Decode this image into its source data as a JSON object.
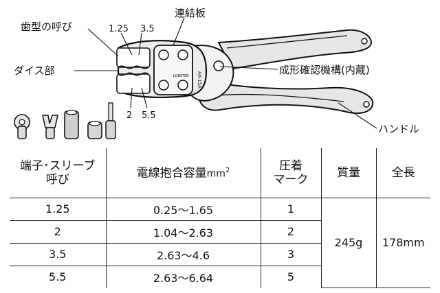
{
  "diagram": {
    "labels": {
      "die_size": "歯型の呼び",
      "size_125": "1.25",
      "size_35": "3.5",
      "link_plate": "連結板",
      "die_part": "ダイス部",
      "size_2": "2",
      "size_55": "5.5",
      "ratchet": "成形確認機構(内蔵)",
      "handle": "ハンドル"
    },
    "head_text": {
      "model": "AK-15A",
      "brand": "LOBSTER"
    }
  },
  "table": {
    "headers": {
      "col1_line1": "端子･スリーブ",
      "col1_line2": "呼び",
      "col2_main": "電線抱合容量",
      "col2_unit": "mm",
      "col2_exp": "2",
      "col3_line1": "圧着",
      "col3_line2": "マーク",
      "col4": "質量",
      "col5": "全長"
    },
    "rows": [
      {
        "size": "1.25",
        "capacity": "0.25～1.65",
        "mark": "1"
      },
      {
        "size": "2",
        "capacity": "1.04～2.63",
        "mark": "2"
      },
      {
        "size": "3.5",
        "capacity": "2.63～4.6",
        "mark": "3"
      },
      {
        "size": "5.5",
        "capacity": "2.63～6.64",
        "mark": "5"
      }
    ],
    "mass": "245g",
    "length": "178mm"
  }
}
